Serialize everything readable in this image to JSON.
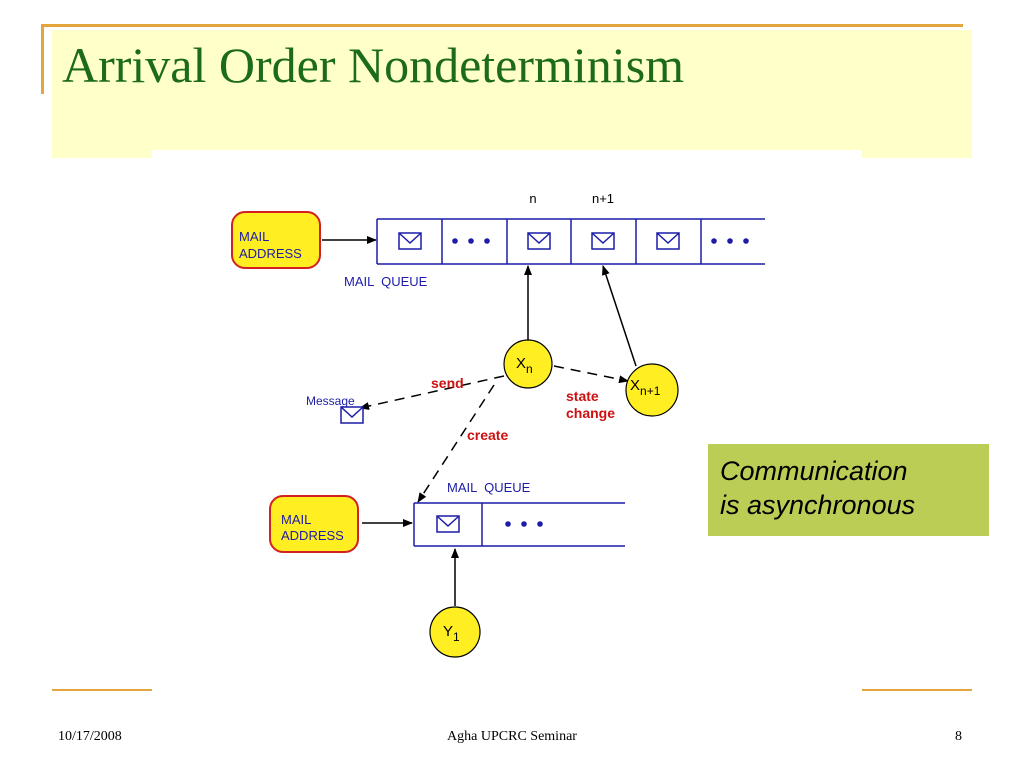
{
  "slide": {
    "title": "Arrival Order Nondeterminism",
    "callout": {
      "line1": "Communication",
      "line2": "is asynchronous",
      "background": "#bccd55"
    },
    "footer": {
      "date": "10/17/2008",
      "center": "Agha UPCRC Seminar",
      "page": "8"
    }
  },
  "diagram": {
    "top_mail_address": {
      "line1": "MAIL",
      "line2": "ADDRESS"
    },
    "top_queue_label": "MAIL  QUEUE",
    "slot_label_n": "n",
    "slot_label_n1": "n+1",
    "actor_xn": {
      "base": "X",
      "sub": "n"
    },
    "actor_xn1": {
      "base": "X",
      "sub": "n+1"
    },
    "send_label": "send",
    "message_label": "Message",
    "state_change": {
      "line1": "state",
      "line2": "change"
    },
    "create_label": "create",
    "bottom_queue_label": "MAIL  QUEUE",
    "bottom_mail_address": {
      "line1": "MAIL",
      "line2": "ADDRESS"
    },
    "actor_y1": {
      "base": "Y",
      "sub": "1"
    },
    "colors": {
      "queue": "#1c1ca8",
      "actor_fill": "#ffee22",
      "address_border": "#d42020",
      "event_label": "#cc1111"
    }
  }
}
